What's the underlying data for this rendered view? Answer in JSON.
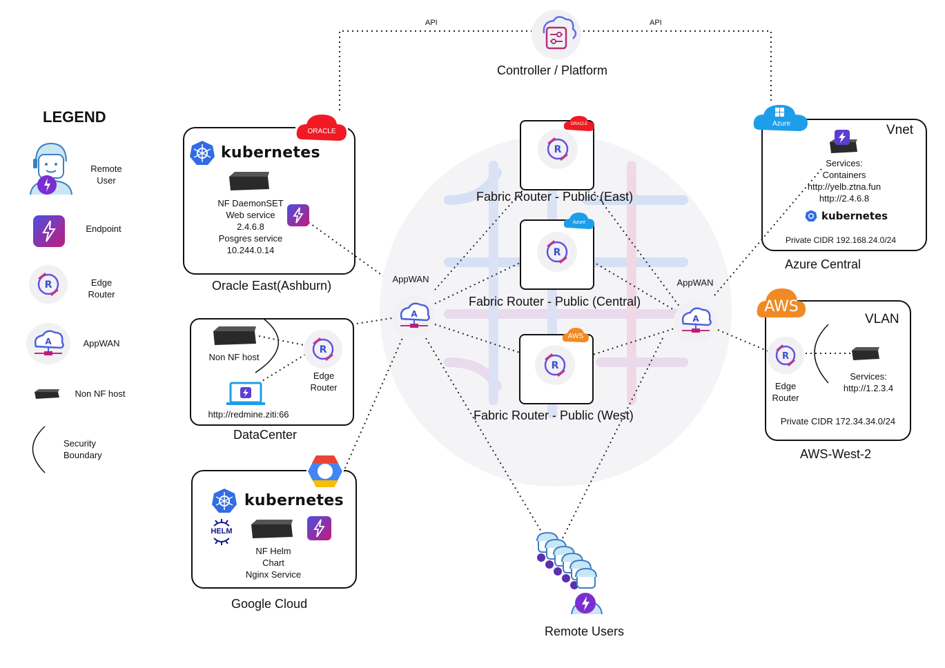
{
  "controller": {
    "label": "Controller / Platform",
    "api_left": "API",
    "api_right": "API"
  },
  "legend": {
    "title": "LEGEND",
    "items": [
      {
        "label": "Remote\nUser"
      },
      {
        "label": "Endpoint"
      },
      {
        "label": "Edge\nRouter"
      },
      {
        "label": "AppWAN"
      },
      {
        "label": "Non NF host"
      },
      {
        "label": "Security\nBoundary"
      }
    ]
  },
  "oracle": {
    "badge": "ORACLE",
    "kubernetes": "kubernetes",
    "lines": [
      "NF DaemonSET",
      "Web service",
      "2.4.6.8",
      "Posgres service",
      "10.244.0.14"
    ],
    "caption": "Oracle East(Ashburn)"
  },
  "datacenter": {
    "non_nf": "Non NF host",
    "edge_router": "Edge\nRouter",
    "url": "http://redmine.ziti:66",
    "caption": "DataCenter"
  },
  "google": {
    "kubernetes": "kubernetes",
    "helm": "HELM",
    "lines": [
      "NF Helm",
      "Chart",
      "Nginx Service"
    ],
    "caption": "Google Cloud"
  },
  "fabric": {
    "east": "Fabric Router - Public (East)",
    "central": "Fabric Router - Public (Central)",
    "west": "Fabric Router - Public (West)",
    "oracle_badge": "ORACLE",
    "azure_badge": "Azure",
    "aws_badge": "AWS"
  },
  "appwan_left": "AppWAN",
  "appwan_right": "AppWAN",
  "azure": {
    "badge": "Azure",
    "title": "Vnet",
    "lines": [
      "Services:",
      "Containers",
      "http://yelb.ztna.fun",
      "http://2.4.6.8"
    ],
    "kubernetes": "kubernetes",
    "cidr": "Private CIDR 192.168.24.0/24",
    "caption": "Azure Central"
  },
  "aws": {
    "badge": "AWS",
    "title": "VLAN",
    "edge_router": "Edge\nRouter",
    "services": "Services:\nhttp://1.2.3.4",
    "cidr": "Private CIDR 172.34.34.0/24",
    "caption": "AWS-West-2"
  },
  "remote_users": "Remote Users",
  "colors": {
    "accent_purple": "#7b2fd0",
    "accent_red": "#e0115f",
    "oracle_red": "#f01a24",
    "azure_blue": "#1e9ee8",
    "aws_orange": "#f08a24"
  }
}
